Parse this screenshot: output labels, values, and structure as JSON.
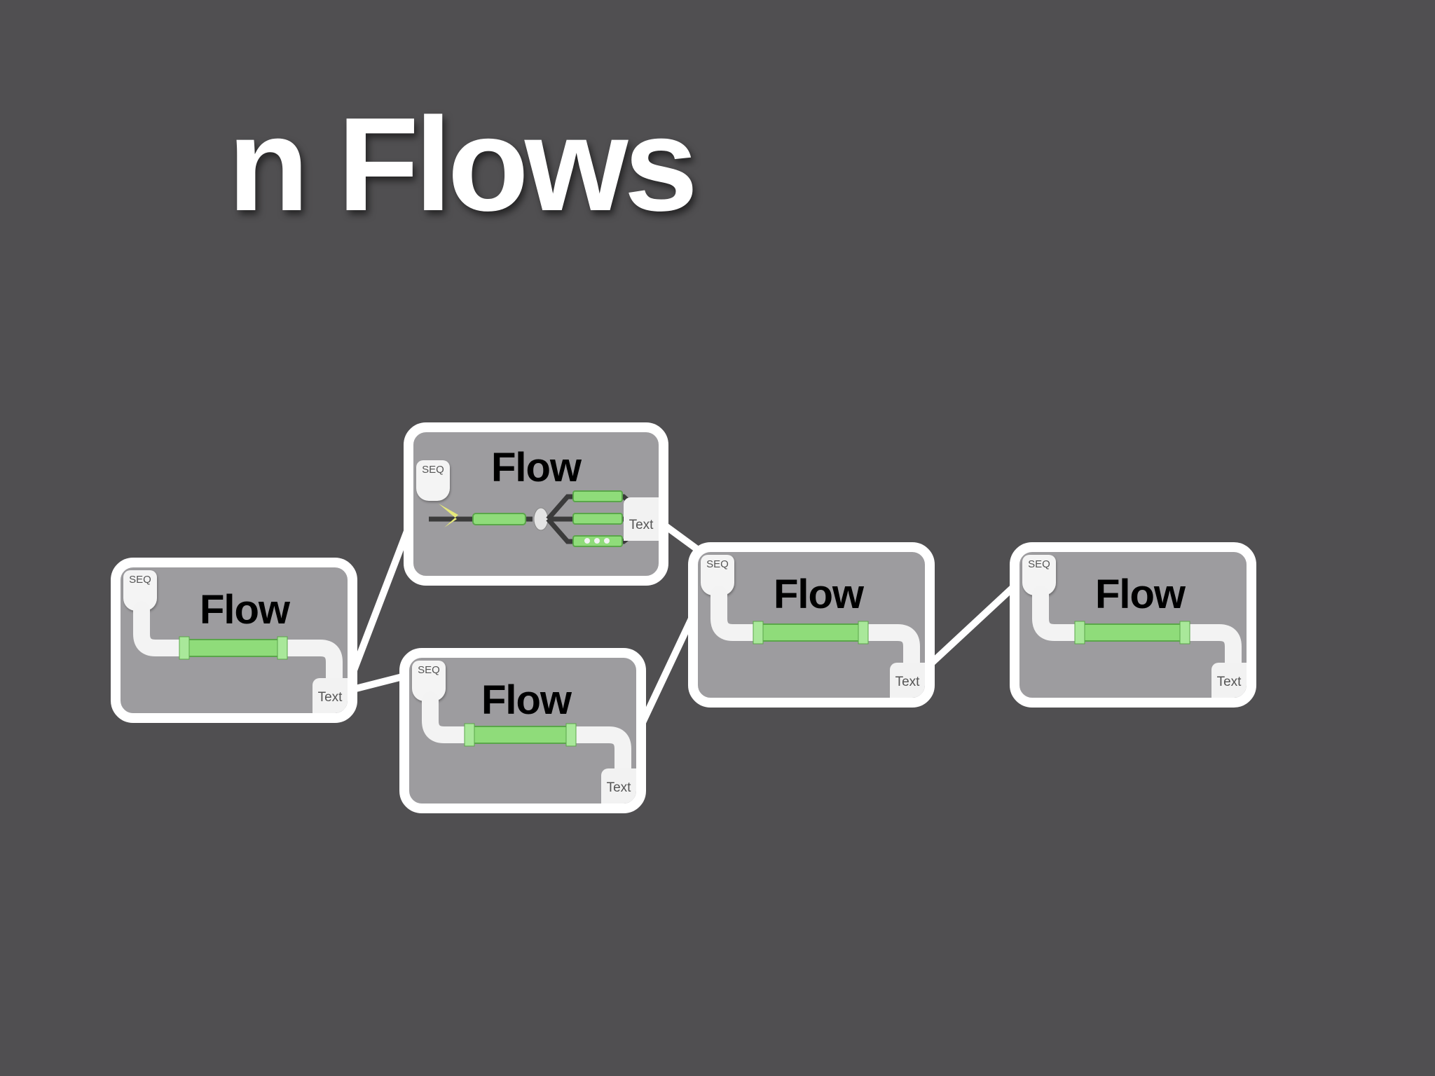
{
  "slide": {
    "title": "n Flows"
  },
  "flows": [
    {
      "title": "Flow",
      "seq_label": "SEQ",
      "text_label": "Text"
    },
    {
      "title": "Flow",
      "seq_label": "SEQ",
      "text_label": "Text"
    },
    {
      "title": "Flow",
      "seq_label": "SEQ",
      "text_label": "Text"
    },
    {
      "title": "Flow",
      "seq_label": "SEQ",
      "text_label": "Text"
    },
    {
      "title": "Flow",
      "seq_label": "SEQ",
      "text_label": "Text"
    }
  ],
  "colors": {
    "background": "#504f51",
    "card_fill": "#9d9c9f",
    "card_border": "#ffffff",
    "pipe_green": "#8fdc7a",
    "arrow_yellow": "#e6e97a"
  }
}
